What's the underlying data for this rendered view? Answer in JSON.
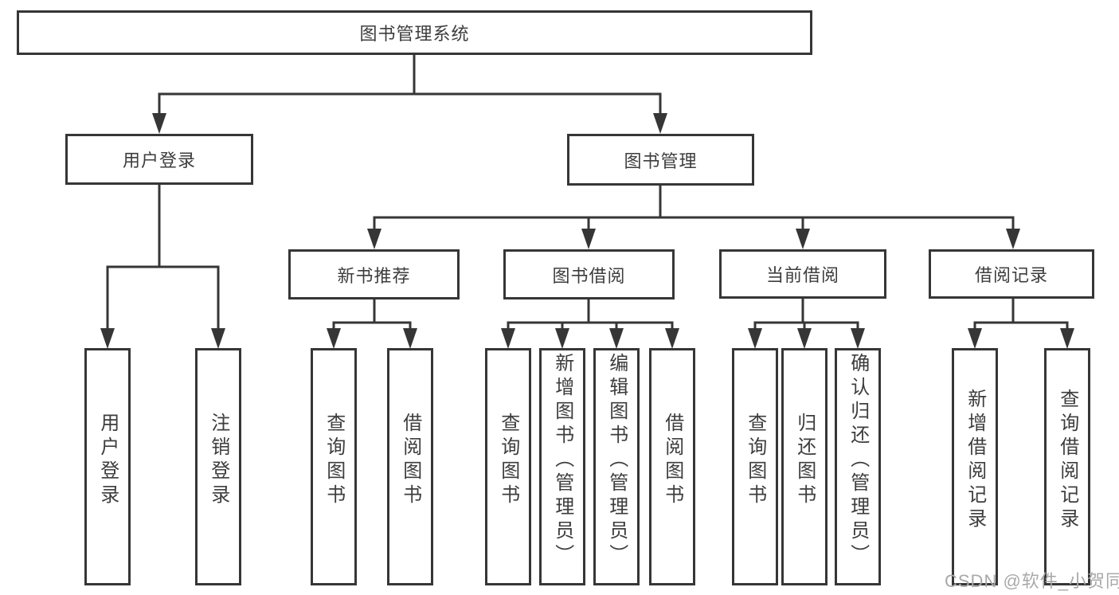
{
  "diagram_title": "图书管理系统",
  "nodes": {
    "root": "图书管理系统",
    "user_login": "用户登录",
    "book_management": "图书管理",
    "new_book_recommend": "新书推荐",
    "book_borrowing": "图书借阅",
    "current_borrowing": "当前借阅",
    "borrowing_records": "借阅记录",
    "leaves": {
      "user_login_login": "用户登录",
      "user_login_logout": "注销登录",
      "recommend_query_books": "查询图书",
      "recommend_borrow_books": "借阅图书",
      "borrowing_query_books": "查询图书",
      "borrowing_add_books": "新增图书（管理员）",
      "borrowing_edit_books": "编辑图书（管理员）",
      "borrowing_borrow_books": "借阅图书",
      "current_query_books": "查询图书",
      "current_return_books": "归还图书",
      "current_confirm_return": "确认归还（管理员）",
      "records_add_record": "新增借阅记录",
      "records_query_record": "查询借阅记录"
    }
  },
  "watermark": "CSDN @软件_小贺同学",
  "colors": {
    "line": "#363636",
    "text": "#3d3d3d",
    "background": "#ffffff",
    "watermark": "#a9a9a9"
  }
}
